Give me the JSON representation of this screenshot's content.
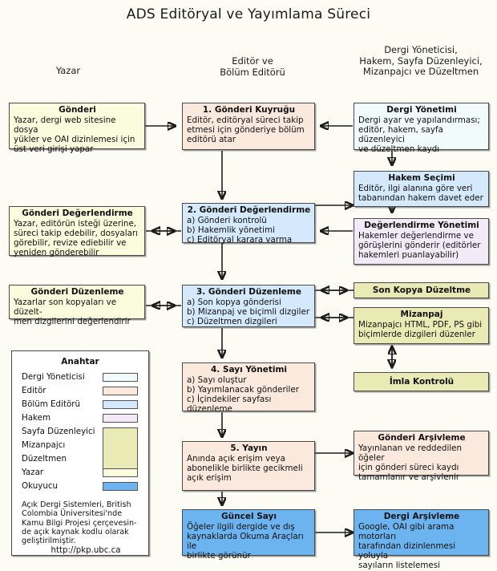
{
  "title": "ADS Editöryal ve Yayımlama Süreci",
  "column_headers": [
    {
      "name": "author",
      "text": "Yazar"
    },
    {
      "name": "editor",
      "text": "Editör ve\nBölüm Editörü"
    },
    {
      "name": "staff",
      "text": "Dergi Yöneticisi,\nHakem, Sayfa Düzenleyici,\nMizanpajcı ve Düzeltmen"
    }
  ],
  "boxes": {
    "gonderi": {
      "title": "Gönderi",
      "lines": [
        "Yazar, dergi web sitesine dosya",
        "yükler ve OAI dizinlemesi için",
        "üst veri girişi yapar"
      ],
      "color": "#fbfbdd"
    },
    "gonderi_kuyrugu": {
      "title": "1. Gönderi Kuyruğu",
      "lines": [
        "Editör, editöryal süreci takip",
        "etmesi için gönderiye bölüm",
        "editörü atar"
      ],
      "color": "#fbe9dd"
    },
    "dergi_yonetimi": {
      "title": "Dergi Yönetimi",
      "lines": [
        "Dergi ayar ve yapılandırması;",
        "editör, hakem, sayfa düzenleyici",
        "ve düzeltmen kaydı"
      ],
      "color": "#f2fbfb"
    },
    "hakem_secimi": {
      "title": "Hakem Seçimi",
      "lines": [
        "Editör, ilgi alanına göre veri",
        "tabanından hakem davet eder"
      ],
      "color": "#d4e9fb"
    },
    "gonderi_degerlendirme_sol": {
      "title": "Gönderi Değerlendirme",
      "lines": [
        "Yazar, editörün isteği üzerine,",
        "süreci takip edebilir, dosyaları",
        "görebilir, revize ediebilir ve",
        "yeniden gönderebilir"
      ],
      "color": "#fbfbdd"
    },
    "gonderi_degerlendirme": {
      "title": "2. Gönderi Değerlendirme",
      "lines": [
        "a) Gönderi kontrolü",
        "b) Hakemlik yönetimi",
        "c) Editöryal karara varma"
      ],
      "color": "#d4e9fb"
    },
    "degerlendirme_yonetimi": {
      "title": "Değerlendirme Yönetimi",
      "lines": [
        "Hakemler değerlendirme ve",
        "görüşlerini gönderir (editörler",
        "hakemleri puanlayabilir)"
      ],
      "color": "#f3eaf7"
    },
    "gonderi_duzenleme_sol": {
      "title": "Gönderi Düzenleme",
      "lines": [
        "Yazarlar son kopyaları ve düzelt-",
        "men dizgilerini değerlendirir"
      ],
      "color": "#fbfbdd"
    },
    "gonderi_duzenleme": {
      "title": "3. Gönderi Düzenleme",
      "lines": [
        "a) Son kopya gönderisi",
        "b) Mizanpaj ve biçimli dizgiler",
        "c) Düzeltmen dizgileri"
      ],
      "color": "#d4e9fb"
    },
    "son_kopya_duzeltme": {
      "title": "Son Kopya Düzeltme",
      "lines": [],
      "color": "#eaeab4"
    },
    "mizanpaj": {
      "title": "Mizanpaj",
      "lines": [
        "Mizanpajcı HTML, PDF, PS gibi",
        "biçimlerde dizgileri düzenler"
      ],
      "color": "#eaeab4"
    },
    "imla_kontrolu": {
      "title": "İmla Kontrolü",
      "lines": [],
      "color": "#eaeab4"
    },
    "sayi_yonetimi": {
      "title": "4. Sayı Yönetimi",
      "lines": [
        "a) Sayı oluştur",
        "b) Yayımlanacak gönderiler",
        "c) İçindekiler sayfası düzenleme"
      ],
      "color": "#fbe9dd"
    },
    "yayin": {
      "title": "5. Yayın",
      "lines": [
        "Anında  açık erişim veya",
        "abonelikle birlikte  gecikmeli",
        "açık erişim"
      ],
      "color": "#fbe9dd"
    },
    "gonderi_arsivleme": {
      "title": "Gönderi Arşivleme",
      "lines": [
        "Yayınlanan ve reddedilen öğeler",
        "için gönderi süreci kaydı",
        "tamamlanır ve arşivlenir"
      ],
      "color": "#fbe9dd"
    },
    "guncel_sayi": {
      "title": "Güncel Sayı",
      "lines": [
        "Öğeler  ilgili dergide ve dış",
        "kaynaklarda  Okuma Araçları  ile",
        "birlikte   görünür"
      ],
      "color": "#6cb4f0"
    },
    "dergi_arsivleme": {
      "title": "Dergi Arşivleme",
      "lines": [
        "Google, OAI gibi arama motorları",
        "tarafından  dizinlenmesi yoluyla",
        "sayıların  listelemesi"
      ],
      "color": "#6cb4f0"
    }
  },
  "legend": {
    "title": "Anahtar",
    "items": [
      {
        "label": "Dergi Yöneticisi",
        "color": "#f2fbfb",
        "span": 1
      },
      {
        "label": "Editör",
        "color": "#fbe9dd",
        "span": 1
      },
      {
        "label": "Bölüm Editörü",
        "color": "#d4e9fb",
        "span": 1
      },
      {
        "label": "Hakem",
        "color": "#f3eaf7",
        "span": 1
      },
      {
        "label": "Sayfa Düzenleyici",
        "color": "#eaeab4",
        "span": 3
      },
      {
        "label": "Mizanpajcı",
        "color": "#eaeab4",
        "span": 0
      },
      {
        "label": "Düzeltmen",
        "color": "#eaeab4",
        "span": 0
      },
      {
        "label": "Yazar",
        "color": "#fbfbdd",
        "span": 1
      },
      {
        "label": "Okuyucu",
        "color": "#6cb4f0",
        "span": 1
      }
    ],
    "note": [
      "Açık Dergi Sistemleri, British",
      "Colombia Üniversitesi'nde",
      "Kamu Bilgi Projesi çerçevesin-",
      "de açık kaynak kodlu olarak",
      "geliştirilmiştir."
    ],
    "url": "http://pkp.ubc.ca"
  }
}
